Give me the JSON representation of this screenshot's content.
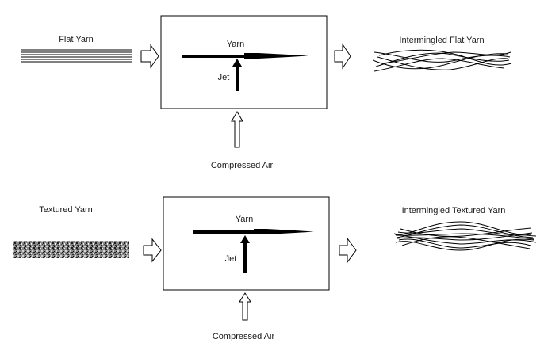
{
  "diagram": {
    "colors": {
      "line": "#000000",
      "background": "#ffffff",
      "text": "#1a1a1a"
    },
    "top": {
      "input_label": "Flat Yarn",
      "output_label": "Intermingled Flat Yarn",
      "box_yarn_label": "Yarn",
      "box_jet_label": "Jet",
      "air_label": "Compressed Air"
    },
    "bottom": {
      "input_label": "Textured Yarn",
      "output_label": "Intermingled Textured Yarn",
      "box_yarn_label": "Yarn",
      "box_jet_label": "Jet",
      "air_label": "Compressed Air"
    }
  }
}
